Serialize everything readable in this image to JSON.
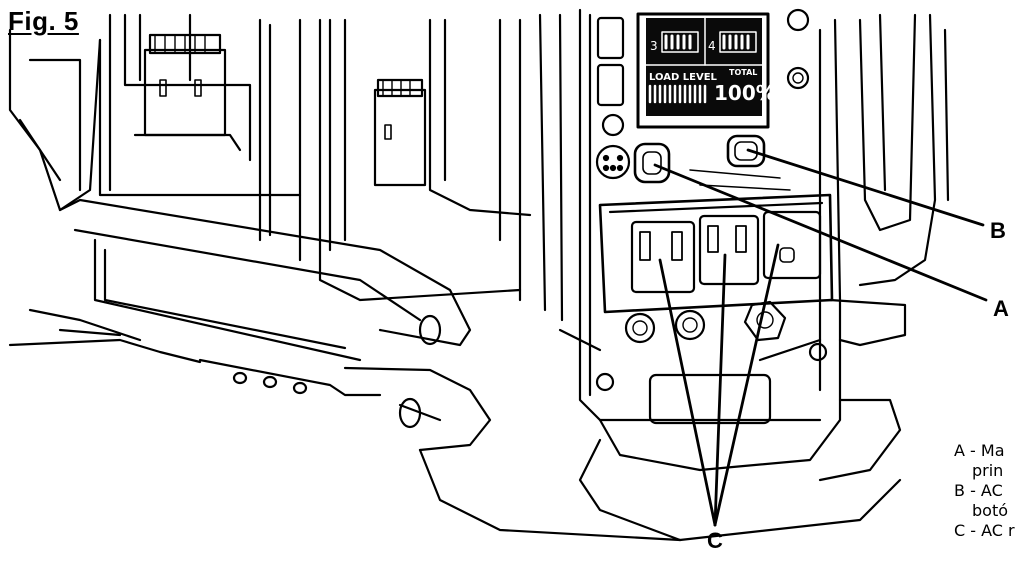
{
  "figure": {
    "label": "Fig. 5"
  },
  "display": {
    "bay_numbers": [
      "3",
      "4"
    ],
    "load_level_label": "LOAD LEVEL",
    "total_label": "TOTAL",
    "percent": "100%"
  },
  "callouts": {
    "a": "A",
    "b": "B",
    "c": "C"
  },
  "legend": [
    "A - Ma",
    "prin",
    "B - AC",
    "botó",
    "C - AC r"
  ]
}
